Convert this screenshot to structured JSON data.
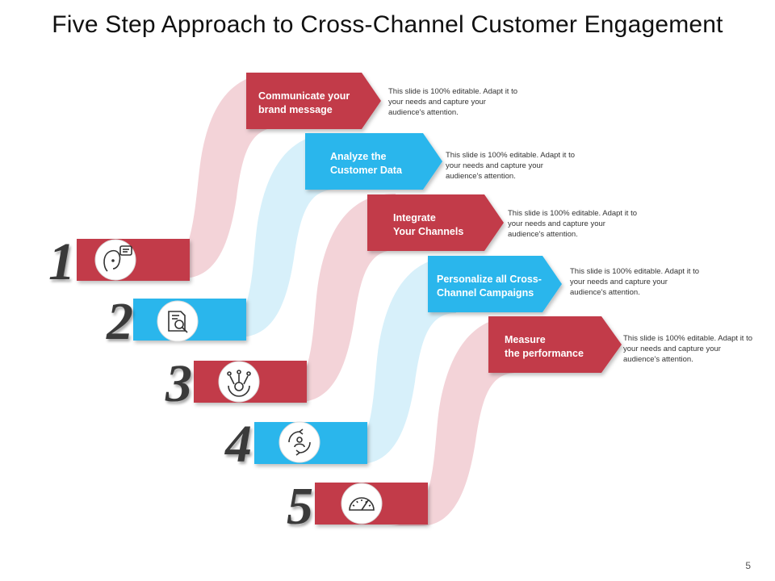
{
  "title": "Five Step Approach to Cross-Channel Customer Engagement",
  "page_number": "5",
  "colors": {
    "red": "#c23a4a",
    "red_light": "#f3d3d8",
    "blue": "#2bb6ec",
    "blue_light": "#d7f0fa"
  },
  "steps": [
    {
      "number": "1",
      "title": "Communicate your\nbrand message",
      "description": "This slide is 100% editable. Adapt it to your needs and capture your audience's attention.",
      "icon": "chat-person-icon",
      "color": "red"
    },
    {
      "number": "2",
      "title": "Analyze the\nCustomer Data",
      "description": "This slide is 100% editable. Adapt it to your needs and capture your audience's attention.",
      "icon": "document-search-icon",
      "color": "blue"
    },
    {
      "number": "3",
      "title": "Integrate\nYour Channels",
      "description": "This slide is 100% editable. Adapt it to your needs and capture your audience's attention.",
      "icon": "gear-network-icon",
      "color": "red"
    },
    {
      "number": "4",
      "title": "Personalize all Cross-\nChannel Campaigns",
      "description": "This slide is 100% editable. Adapt it to your needs and capture your audience's attention.",
      "icon": "target-person-icon",
      "color": "blue"
    },
    {
      "number": "5",
      "title": "Measure\nthe performance",
      "description": "This slide is 100% editable. Adapt it to your needs and capture your audience's attention.",
      "icon": "speedometer-icon",
      "color": "red"
    }
  ]
}
